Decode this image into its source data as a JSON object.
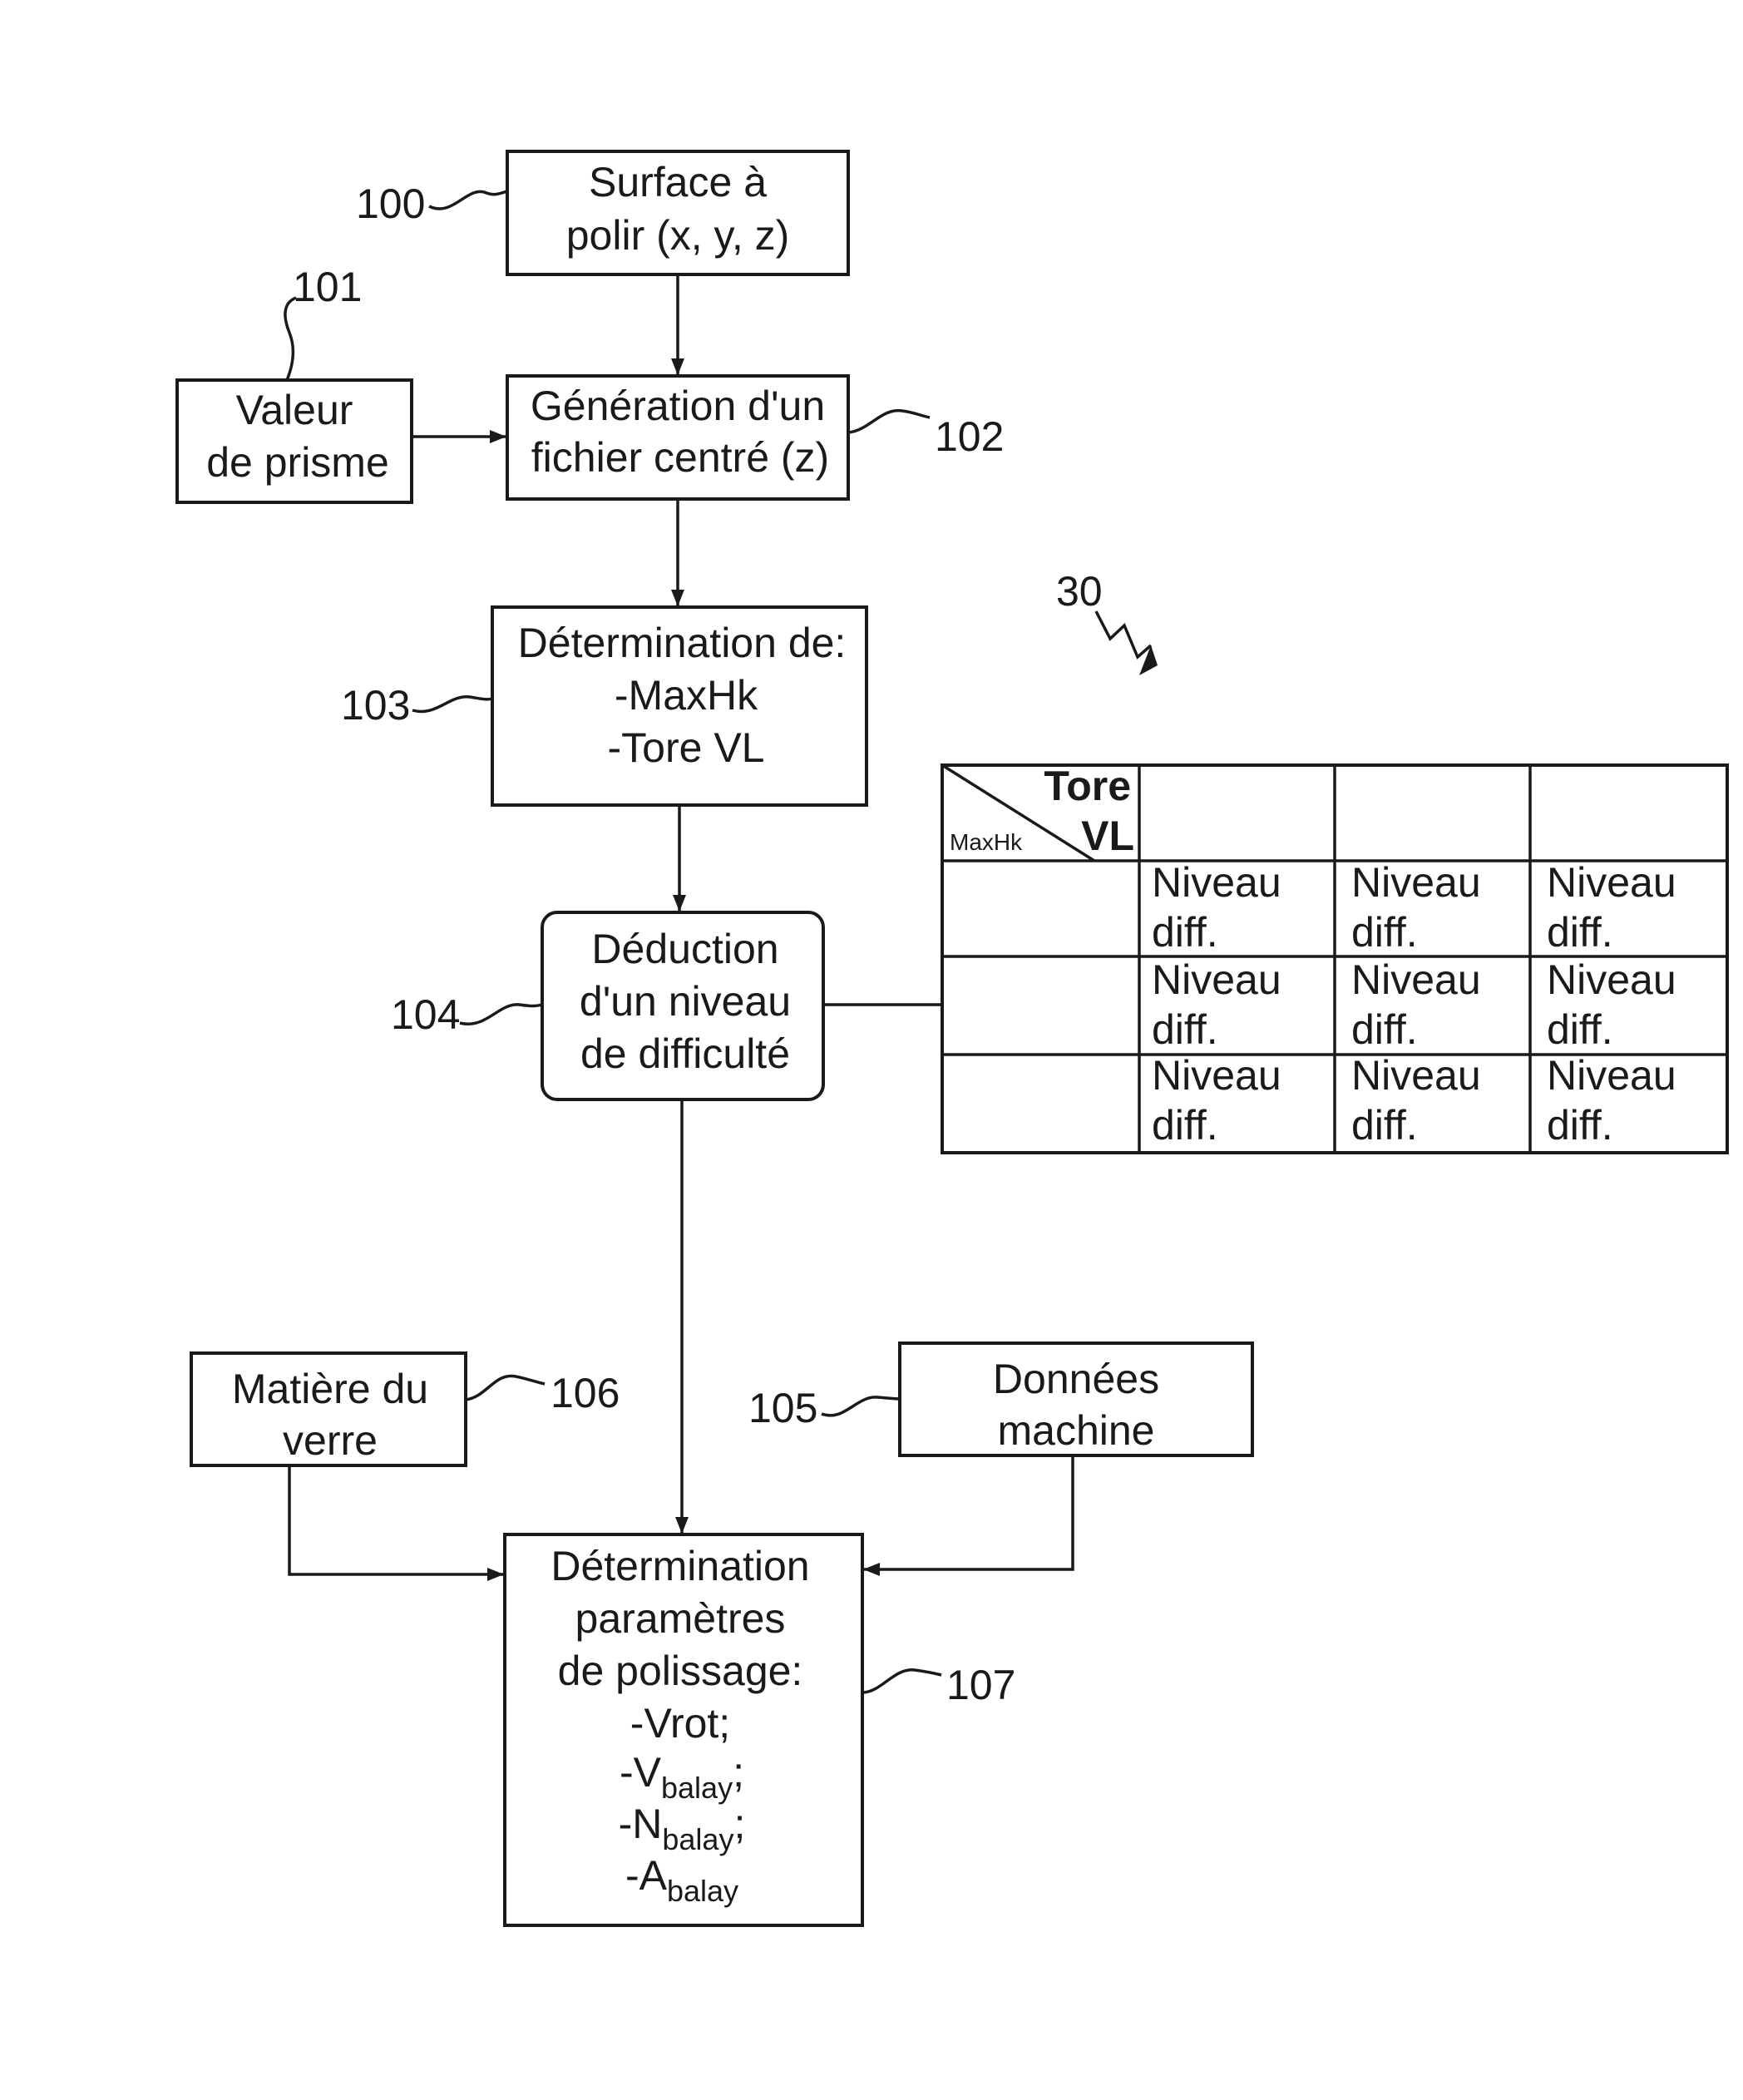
{
  "colors": {
    "stroke": "#1a1a1a",
    "background": "#ffffff"
  },
  "boxes": {
    "b100": {
      "ref": "100",
      "lines": [
        "Surface à",
        "polir (x, y, z)"
      ]
    },
    "b101": {
      "ref": "101",
      "lines": [
        "Valeur",
        "de prisme"
      ]
    },
    "b102": {
      "ref": "102",
      "lines": [
        "Génération d'un",
        "fichier centré (z)"
      ]
    },
    "b103": {
      "ref": "103",
      "lines": [
        "Détermination de:",
        "-MaxHk",
        "-Tore VL"
      ]
    },
    "b104": {
      "ref": "104",
      "lines": [
        "Déduction",
        "d'un niveau",
        "de difficulté"
      ]
    },
    "b105": {
      "ref": "105",
      "lines": [
        "Données",
        "machine"
      ]
    },
    "b106": {
      "ref": "106",
      "lines": [
        "Matière du",
        "verre"
      ]
    },
    "b107": {
      "ref": "107",
      "lines": [
        "Détermination",
        "paramètres",
        "de polissage:",
        "-Vrot;"
      ],
      "params": [
        {
          "prefix": "-V",
          "sub": "balay",
          "suffix": ";"
        },
        {
          "prefix": "-N",
          "sub": "balay",
          "suffix": ";"
        },
        {
          "prefix": "-A",
          "sub": "balay",
          "suffix": ""
        }
      ]
    }
  },
  "table": {
    "ref": "30",
    "col_header": "Tore",
    "col_header_2": "VL",
    "row_header": "MaxHk",
    "cell_line1": "Niveau",
    "cell_line2": "diff."
  }
}
